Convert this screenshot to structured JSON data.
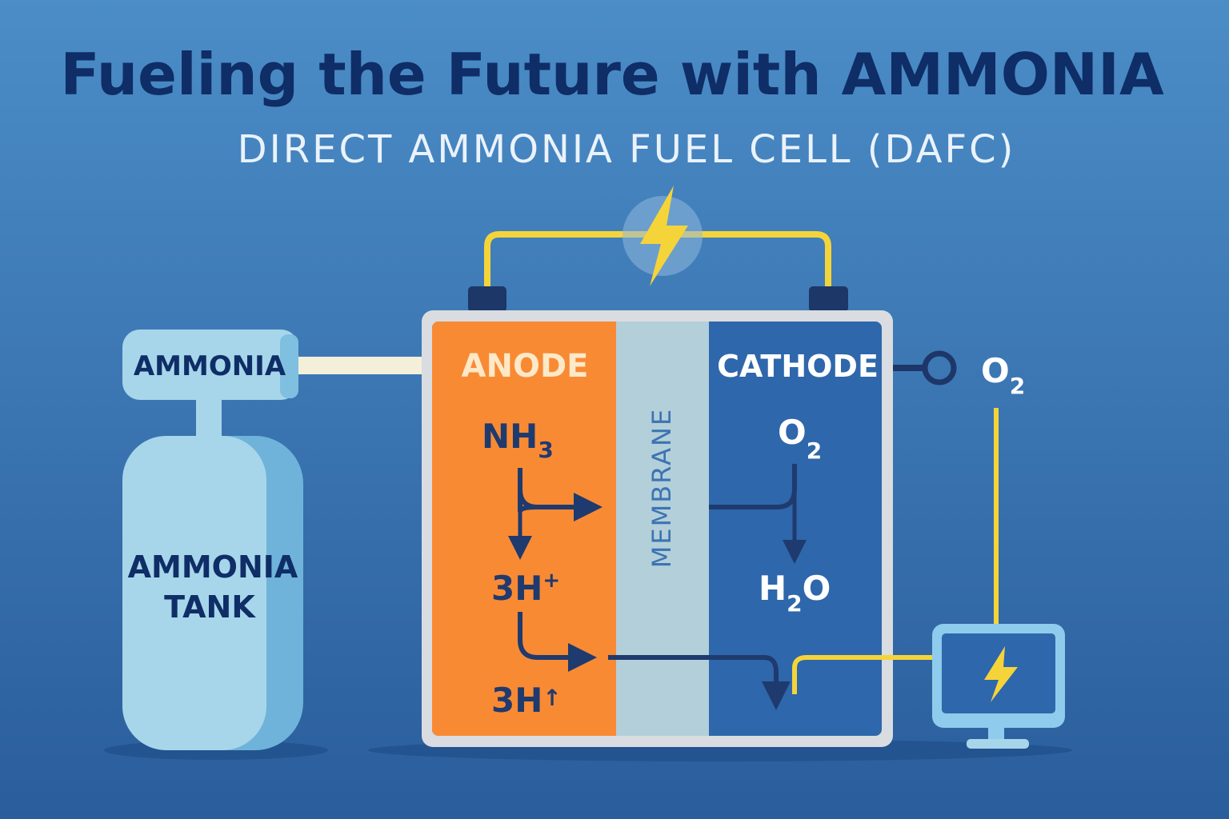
{
  "title": "Fueling the Future with AMMONIA",
  "subtitle": "DIRECT AMMONIA FUEL CELL (DAFC)",
  "tank": {
    "cap_label": "AMMONIA",
    "body_label_line1": "AMMONIA",
    "body_label_line2": "TANK"
  },
  "cell": {
    "anode_label": "ANODE",
    "membrane_label": "MEMBRANE",
    "cathode_label": "CATHODE",
    "anode_species": {
      "nh3": "NH",
      "nh3_sub": "3",
      "h_plus_1": "3H",
      "h_plus_1_sup": "+",
      "h_plus_2": "3H",
      "h_plus_2_sup": "↑"
    },
    "cathode_species": {
      "o2": "O",
      "o2_sub": "2",
      "h2o_a": "H",
      "h2o_sub": "2",
      "h2o_b": "O"
    }
  },
  "oxygen_inlet": {
    "label": "O",
    "label_sub": "2"
  },
  "icons": [
    "lightning-bolt-icon",
    "monitor-icon"
  ],
  "colors": {
    "title": "#0f2d66",
    "anode": "#f98a34",
    "membrane": "#b3cfd9",
    "cathode": "#2e67ab",
    "wire": "#f5d43a",
    "arrow": "#1f3a6e"
  }
}
